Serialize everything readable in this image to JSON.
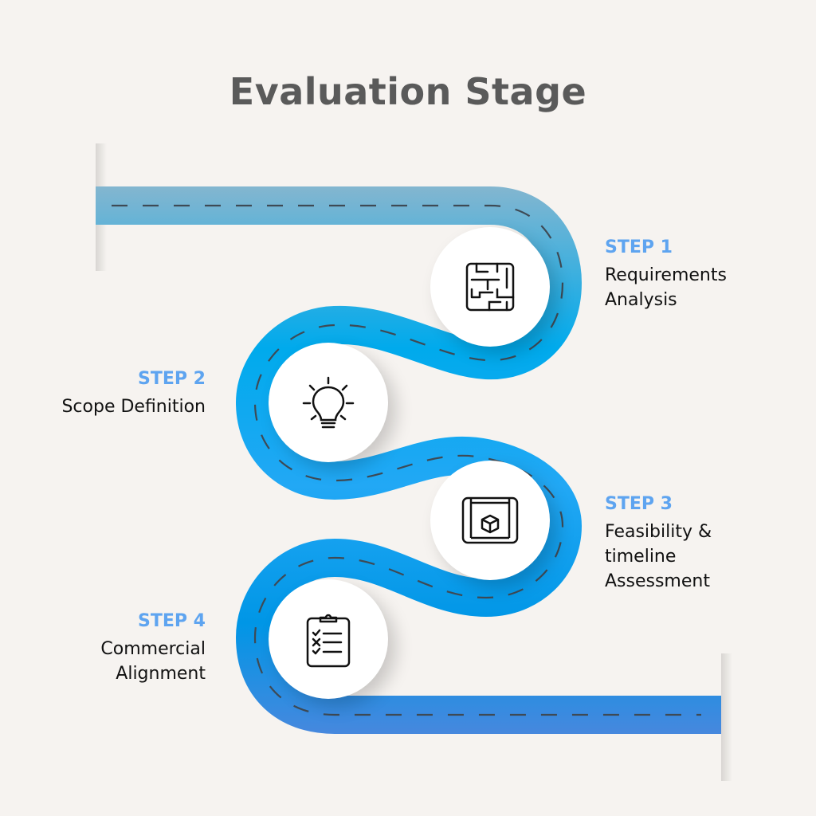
{
  "title": "Evaluation Stage",
  "colors": {
    "road_top": "#86b6cf",
    "road_mid": "#00aaf0",
    "road_bottom": "#3f87e0",
    "step_label": "#5ea4f0",
    "dash": "#3e4a55"
  },
  "steps": [
    {
      "label": "STEP 1",
      "text_lines": [
        "Requirements",
        "Analysis"
      ],
      "icon": "maze-icon"
    },
    {
      "label": "STEP 2",
      "text_lines": [
        "Scope Definition"
      ],
      "icon": "lightbulb-icon"
    },
    {
      "label": "STEP 3",
      "text_lines": [
        "Feasibility &",
        "timeline",
        "Assessment"
      ],
      "icon": "blueprint-cube-icon"
    },
    {
      "label": "STEP 4",
      "text_lines": [
        "Commercial",
        "Alignment"
      ],
      "icon": "clipboard-checklist-icon"
    }
  ]
}
